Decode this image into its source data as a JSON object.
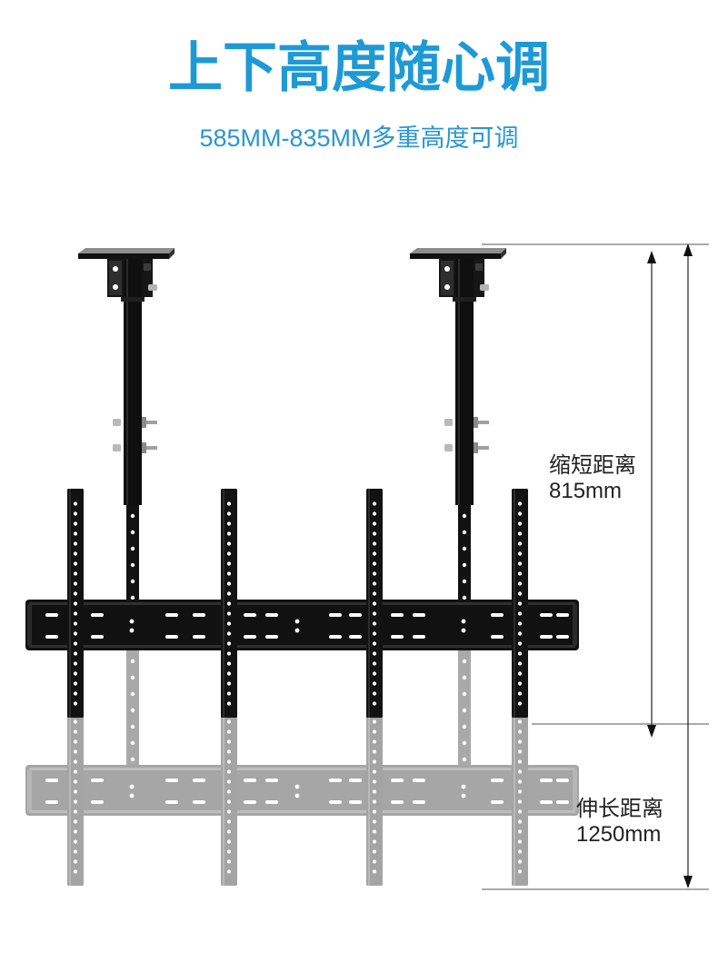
{
  "title": "上下高度随心调",
  "subtitle": "585MM-835MM多重高度可调",
  "dimensions": {
    "shortened": {
      "label": "缩短距离",
      "value": "815mm"
    },
    "extended": {
      "label": "伸长距离",
      "value": "1250mm"
    }
  },
  "colors": {
    "accent": "#1d9ad6",
    "subtitle": "#2a96d3",
    "label_text": "#222222",
    "mount_retracted": "#111111",
    "mount_extended": "#a6a6a6"
  }
}
